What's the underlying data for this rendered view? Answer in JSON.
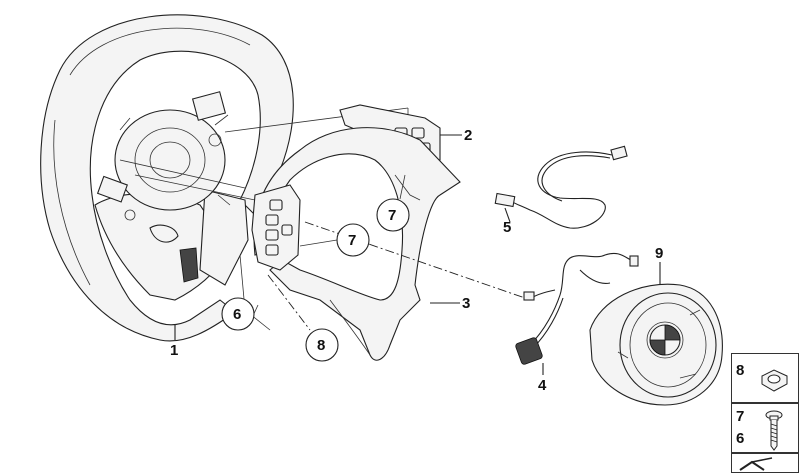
{
  "callouts": {
    "c1": "1",
    "c2": "2",
    "c3": "3",
    "c4": "4",
    "c5": "5",
    "c6": "6",
    "c7a": "7",
    "c7b": "7",
    "c8": "8",
    "c9": "9"
  },
  "sidebar": {
    "row1_num": "8",
    "row2_num_a": "7",
    "row2_num_b": "6"
  }
}
